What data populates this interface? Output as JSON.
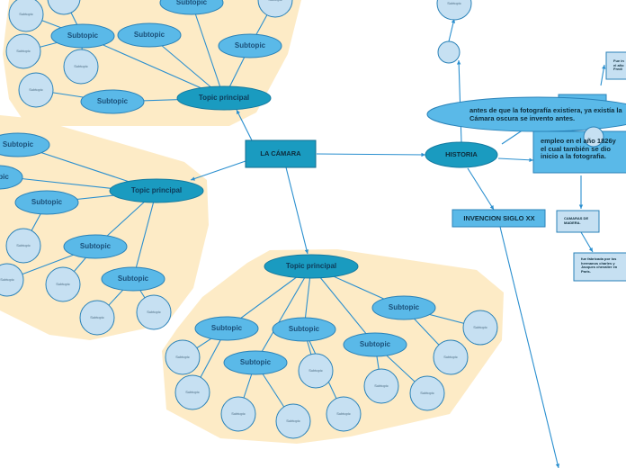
{
  "central": {
    "label": "LA CÁMARA"
  },
  "colors": {
    "central_fill": "#1a9bc0",
    "topic_fill": "#1a9bc0",
    "subtopic_fill": "#5ab9e8",
    "subsubtopic_fill": "#c6e0f2",
    "line": "#2a8fcf",
    "blob": "#fdebc6"
  },
  "labels": {
    "topic": "Topic principal",
    "subtopic": "Subtopic",
    "subsubtopic": "Subtopic",
    "partial_subtopic": "pic"
  },
  "historia": {
    "label": "HISTORIA",
    "oval_text": "antes de que la fotografía existiera, ya existía la Cámara oscura se invento antes.",
    "box_text": "empleo en el año 1826y el cual también se dio inicio a la fotografia.",
    "small_right_text": "Fue in el año Fredi",
    "camaras_label": "CAMARAS DE MADERA.",
    "hermanos_text": "fue fabricada por los hermanos charles y Jacques chevalier en Paris."
  },
  "invencion": {
    "label": "INVENCION SIGLO XX"
  }
}
